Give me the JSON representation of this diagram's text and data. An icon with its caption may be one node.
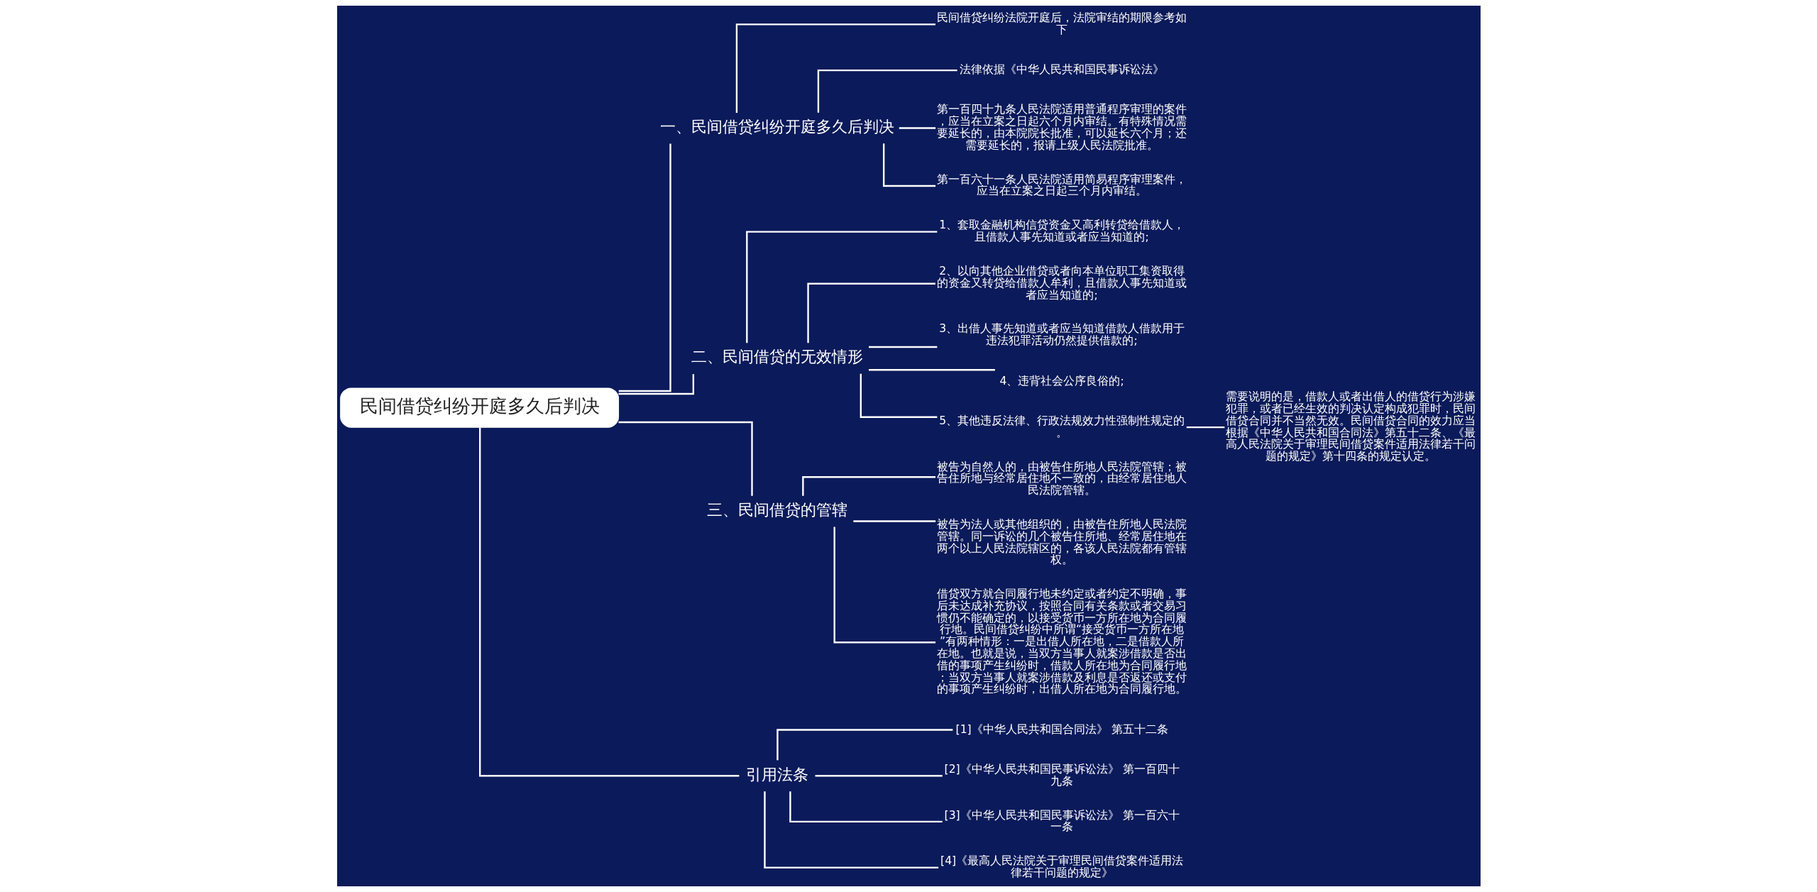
{
  "diagram": {
    "nodes": [
      {
        "text": [
          "民间借贷纠纷开庭多久后判决"
        ]
      },
      {
        "text": [
          "一、民间借贷纠纷开庭多久后判决"
        ]
      },
      {
        "text": [
          "民间借贷纠纷法院开庭后，法院审结的期限参考如下"
        ]
      },
      {
        "text": [
          "法律依据《中华人民共和国民事诉讼法》"
        ]
      },
      {
        "text": [
          "第一百四十九条人民法院适用普通程序审理的案件，应当在立案之日起六个月内审结。有特殊情况需要延长的，由本院院长批准，可以延长六个月；还需要延长的，报请上级人民法院批准。"
        ]
      },
      {
        "text": [
          "第一百六十一条人民法院适用简易程序审理案件，应当在立案之日起三个月内审结。"
        ]
      },
      {
        "text": [
          "二、民间借贷的无效情形"
        ]
      },
      {
        "text": [
          "1、套取金融机构信贷资金又高利转贷给借款人，且借款人事先知道或者应当知道的;"
        ]
      },
      {
        "text": [
          "2、以向其他企业借贷或者向本单位职工集资取得的资金又转贷给借款人牟利，且借款人事先知道或者应当知道的;"
        ]
      },
      {
        "text": [
          "3、出借人事先知道或者应当知道借款人借款用于违法犯罪活动仍然提供借款的;"
        ]
      },
      {
        "text": [
          "4、违背社会公序良俗的;"
        ]
      },
      {
        "text": [
          "5、其他违反法律、行政法规效力性强制性规定的。"
        ]
      },
      {
        "text": [
          "需要说明的是，借款人或者出借人的借贷行为涉嫌犯罪，或者已经生效的判决认定构成犯罪时，民间借贷合同并不当然无效。民间借贷合同的效力应当根据《中华人民共和国合同法》第五十二条、《最高人民法院关于审理民间借贷案件适用法律若干问题的规定》第十四条的规定认定。"
        ]
      },
      {
        "text": [
          "三、民间借贷的管辖"
        ]
      },
      {
        "text": [
          "被告为自然人的，由被告住所地人民法院管辖；被告住所地与经常居住地不一致的，由经常居住地人民法院管辖。"
        ]
      },
      {
        "text": [
          "被告为法人或其他组织的，由被告住所地人民法院管辖。同一诉讼的几个被告住所地、经常居住地在两个以上人民法院辖区的，各该人民法院都有管辖权。"
        ]
      },
      {
        "text": [
          "借贷双方就合同履行地未约定或者约定不明确，事后未达成补充协议，按照合同有关条款或者交易习惯仍不能确定的，以接受货币一方所在地为合同履行地。民间借贷纠纷中所谓“接受货币一方所在地”有两种情形：一是出借人所在地，二是借款人所在地。也就是说，当双方当事人就案涉借款是否出借的事项产生纠纷时，借款人所在地为合同履行地；当双方当事人就案涉借款及利息是否返还或支付的事项产生纠纷时，出借人所在地为合同履行地。"
        ]
      },
      {
        "text": [
          "引用法条"
        ]
      },
      {
        "text": [
          "[1]《中华人民共和国合同法》 第五十二条"
        ]
      },
      {
        "text": [
          "[2]《中华人民共和国民事诉讼法》 第一百四十九条"
        ]
      },
      {
        "text": [
          "[3]《中华人民共和国民事诉讼法》 第一百六十一条"
        ]
      },
      {
        "text": [
          "[4]《最高人民法院关于审理民间借贷案件适用法律若干问题的规定》"
        ]
      }
    ],
    "edges": [
      {
        "from": 0,
        "to": 1,
        "arrow": "none"
      },
      {
        "from": 1,
        "to": 2,
        "arrow": "none"
      },
      {
        "from": 1,
        "to": 3,
        "arrow": "none"
      },
      {
        "from": 1,
        "to": 4,
        "arrow": "none"
      },
      {
        "from": 1,
        "to": 5,
        "arrow": "none"
      },
      {
        "from": 0,
        "to": 6,
        "arrow": "none"
      },
      {
        "from": 6,
        "to": 7,
        "arrow": "none"
      },
      {
        "from": 6,
        "to": 8,
        "arrow": "none"
      },
      {
        "from": 6,
        "to": 9,
        "arrow": "none"
      },
      {
        "from": 6,
        "to": 10,
        "arrow": "none"
      },
      {
        "from": 6,
        "to": 11,
        "arrow": "none"
      },
      {
        "from": 11,
        "to": 12,
        "arrow": "none"
      },
      {
        "from": 0,
        "to": 13,
        "arrow": "none"
      },
      {
        "from": 13,
        "to": 14,
        "arrow": "none"
      },
      {
        "from": 13,
        "to": 15,
        "arrow": "none"
      },
      {
        "from": 13,
        "to": 16,
        "arrow": "none"
      },
      {
        "from": 0,
        "to": 17,
        "arrow": "none"
      },
      {
        "from": 17,
        "to": 18,
        "arrow": "none"
      },
      {
        "from": 17,
        "to": 19,
        "arrow": "none"
      },
      {
        "from": 17,
        "to": 20,
        "arrow": "none"
      },
      {
        "from": 17,
        "to": 21,
        "arrow": "none"
      }
    ]
  }
}
